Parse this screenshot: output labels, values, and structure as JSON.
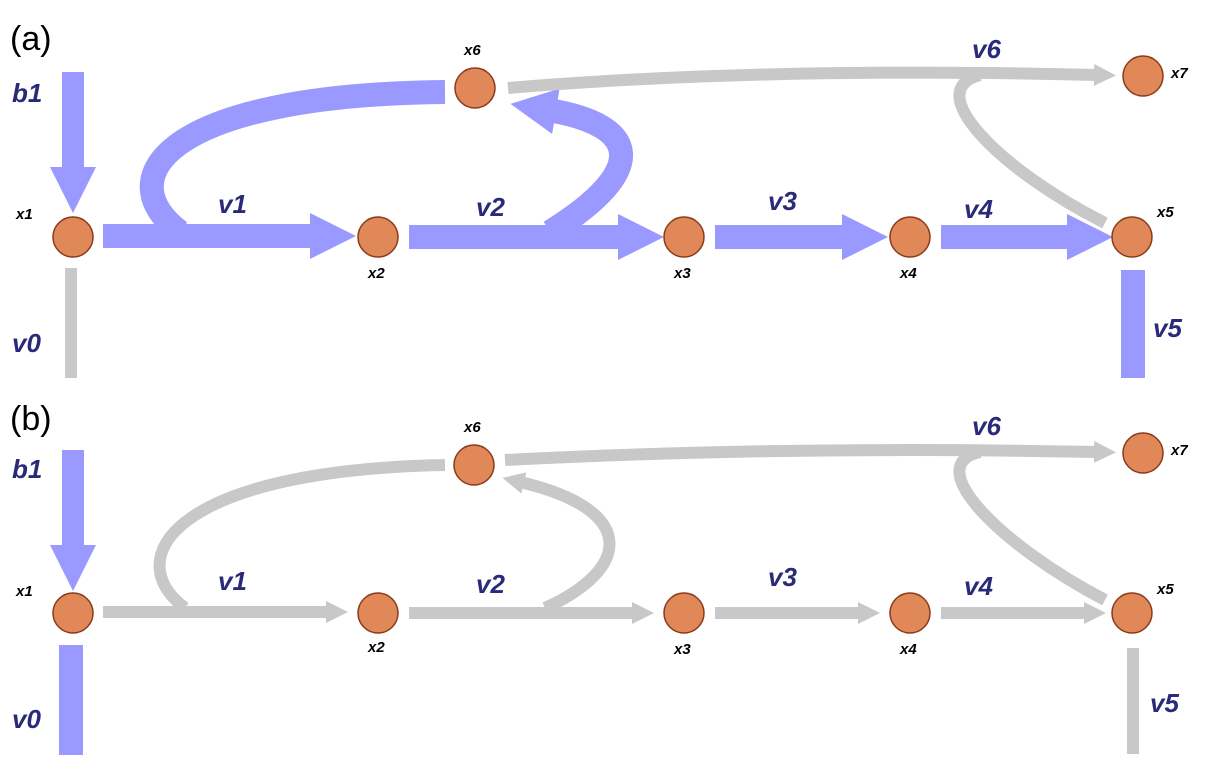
{
  "colors": {
    "active": "#9999ff",
    "inactive": "#c8c8c8",
    "node_fill": "#e08858",
    "node_stroke": "#8b3a1a",
    "flux_label": "#2a2a7a"
  },
  "nodes": {
    "x1": "x1",
    "x2": "x2",
    "x3": "x3",
    "x4": "x4",
    "x5": "x5",
    "x6": "x6",
    "x7": "x7"
  },
  "fluxes": {
    "b1": "b1",
    "v0": "v0",
    "v1": "v1",
    "v2": "v2",
    "v3": "v3",
    "v4": "v4",
    "v5": "v5",
    "v6": "v6"
  },
  "panels": [
    {
      "label": "(a)",
      "active_fluxes": [
        "b1",
        "v1",
        "v2",
        "v3",
        "v4",
        "v5"
      ],
      "inactive_fluxes": [
        "v0",
        "v6"
      ]
    },
    {
      "label": "(b)",
      "active_fluxes": [
        "b1",
        "v0"
      ],
      "inactive_fluxes": [
        "v1",
        "v2",
        "v3",
        "v4",
        "v5",
        "v6"
      ]
    }
  ]
}
